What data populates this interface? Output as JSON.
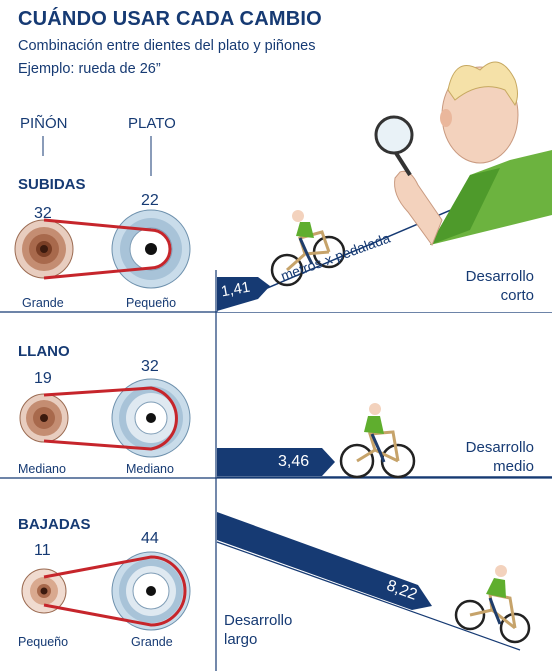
{
  "header": {
    "title": "CUÁNDO USAR CADA CAMBIO",
    "subtitle": "Combinación entre dientes del plato y piñones",
    "example": "Ejemplo: rueda de 26”"
  },
  "columns": {
    "pinon": "PIÑÓN",
    "plato": "PLATO"
  },
  "rows": [
    {
      "name": "SUBIDAS",
      "pinon_teeth": "32",
      "plato_teeth": "22",
      "pinon_size": "Grande",
      "plato_size": "Pequeño",
      "development_value": "1,41",
      "development_label_1": "Desarrollo",
      "development_label_2": "corto",
      "slope_label": "metros x pedalada"
    },
    {
      "name": "LLANO",
      "pinon_teeth": "19",
      "plato_teeth": "32",
      "pinon_size": "Mediano",
      "plato_size": "Mediano",
      "development_value": "3,46",
      "development_label_1": "Desarrollo",
      "development_label_2": "medio"
    },
    {
      "name": "BAJADAS",
      "pinon_teeth": "11",
      "plato_teeth": "44",
      "pinon_size": "Pequeño",
      "plato_size": "Grande",
      "development_value": "8,22",
      "development_label_1": "Desarrollo",
      "development_label_2": "largo"
    }
  ],
  "colors": {
    "navy": "#163a73",
    "chain": "#c6252b",
    "green": "#5fae2e",
    "sprocket": "#8b5a3c",
    "plate": "#8fb3d0"
  }
}
